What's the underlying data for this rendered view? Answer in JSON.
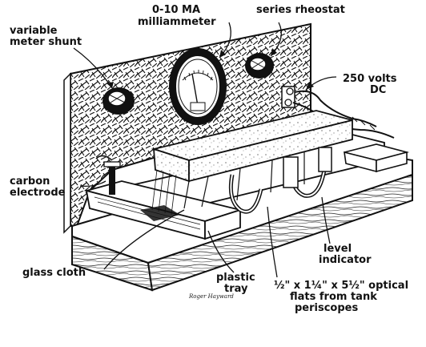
{
  "labels": {
    "meter_range": "0-10 MA",
    "meter_name": "milliammeter",
    "rheostat": "series rheostat",
    "shunt_line1": "variable",
    "shunt_line2": "meter shunt",
    "voltage_line1": "250 volts",
    "voltage_line2": "DC",
    "electrode_line1": "carbon",
    "electrode_line2": "electrode",
    "glass_cloth": "glass cloth",
    "tray_line1": "plastic",
    "tray_line2": "tray",
    "level_line1": "level",
    "level_line2": "indicator",
    "flats_line1": "½\" x 1¼\" x 5½\" optical",
    "flats_line2": "flats from tank",
    "flats_line3": "periscopes"
  },
  "signature": "Roger Hayward",
  "colors": {
    "ink": "#111111",
    "paper": "#ffffff"
  }
}
